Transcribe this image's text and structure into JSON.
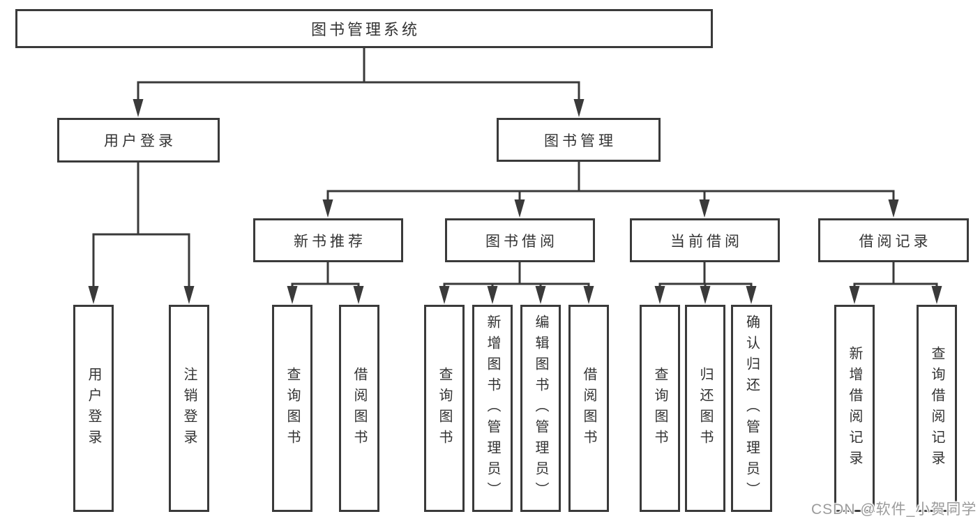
{
  "tree": {
    "root": {
      "label": "图书管理系统"
    },
    "branches": [
      {
        "label": "用户登录",
        "children": [
          {
            "label": "用户登录"
          },
          {
            "label": "注销登录"
          }
        ]
      },
      {
        "label": "图书管理",
        "children": [
          {
            "label": "新书推荐",
            "children": [
              {
                "label": "查询图书"
              },
              {
                "label": "借阅图书"
              }
            ]
          },
          {
            "label": "图书借阅",
            "children": [
              {
                "label": "查询图书"
              },
              {
                "label": "新增图书（管理员）"
              },
              {
                "label": "编辑图书（管理员）"
              },
              {
                "label": "借阅图书"
              }
            ]
          },
          {
            "label": "当前借阅",
            "children": [
              {
                "label": "查询图书"
              },
              {
                "label": "归还图书"
              },
              {
                "label": "确认归还（管理员）"
              }
            ]
          },
          {
            "label": "借阅记录",
            "children": [
              {
                "label": "新增借阅记录"
              },
              {
                "label": "查询借阅记录"
              }
            ]
          }
        ]
      }
    ]
  },
  "watermark": {
    "text": "CSDN @软件_小贺同学",
    "color": "#9b9b9b"
  },
  "colors": {
    "line": "#3a3a3a",
    "box_border": "#3a3a3a",
    "text": "#333333",
    "background": "#ffffff"
  }
}
